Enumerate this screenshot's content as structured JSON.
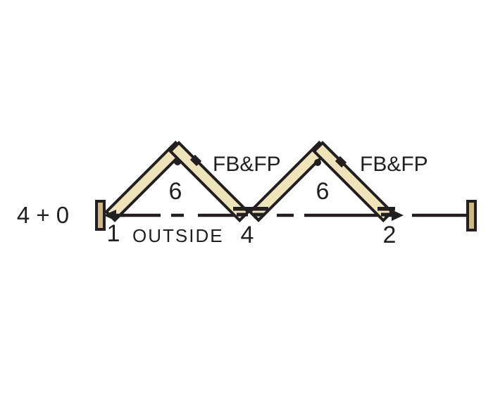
{
  "diagram": {
    "configuration_label": "4 + 0",
    "outside_label": "OUTSIDE",
    "jamb_pivot_label": "1",
    "meeting_point_label": "4",
    "lead_panel_label": "2",
    "panel_size_left": "6",
    "panel_size_right": "6",
    "hardware_label_left": "FB&FP",
    "hardware_label_right": "FB&FP"
  },
  "colors": {
    "line": "#231f20",
    "panel_fill": "#efe3bc",
    "jamb_fill": "#cdb789",
    "background": "#ffffff"
  }
}
